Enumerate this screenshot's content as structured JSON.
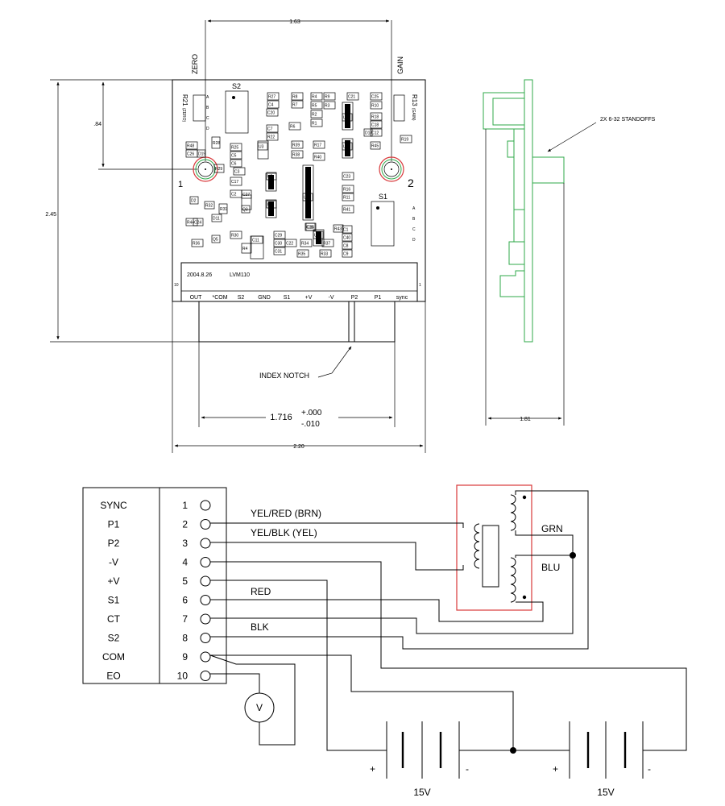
{
  "colors": {
    "outline": "#000000",
    "side_view": "#2fa84a",
    "coil_box": "#d8383a",
    "background": "#ffffff"
  },
  "top": {
    "dim_top": "1.63",
    "dim_left_small": ".84",
    "dim_height": "2.45",
    "dim_bottom_total": "2.20",
    "dim_pin_span": "1.716",
    "tol_plus": "+.000",
    "tol_minus": "-.010",
    "zero_label": "ZERO",
    "gain_label": "GAIN",
    "r21_label": "R21",
    "r21_sub": "(ZERO)",
    "r13_label": "R13",
    "r13_sub": "(GAIN)",
    "s2_label": "S2",
    "s1_label": "S1",
    "mark_1": "1",
    "mark_2": "2",
    "abcd_left": [
      "A",
      "B",
      "C",
      "D"
    ],
    "abcd_right": [
      "A",
      "B",
      "C",
      "D"
    ],
    "date_code": "2004.8.26",
    "model": "LVM110",
    "edge_left": "10",
    "edge_right": "1",
    "pins": [
      "OUT",
      "*COM",
      "S2",
      "GND",
      "S1",
      "+V",
      "-V",
      "P2",
      "P1",
      "sync"
    ],
    "index_notch": "INDEX NOTCH",
    "components": [
      "R48",
      "C26",
      "D19",
      "R28",
      "R25",
      "C5",
      "C6",
      "C3",
      "R29",
      "C2",
      "C17",
      "C27",
      "D2",
      "R32",
      "D11",
      "R31",
      "R44",
      "C24",
      "R36",
      "Q5",
      "R30",
      "Q3",
      "C11",
      "R4",
      "U5",
      "U4",
      "C29",
      "C30",
      "C31",
      "C22",
      "R35",
      "C15",
      "R33",
      "U7",
      "C40",
      "R43",
      "C1",
      "C8",
      "C9",
      "R27",
      "C4",
      "R7",
      "R8",
      "R4",
      "R5",
      "R2",
      "R1",
      "C7",
      "R6",
      "U1",
      "C21",
      "C25",
      "R9",
      "R3",
      "R10",
      "U2",
      "R18",
      "C18",
      "C12",
      "D17",
      "R45",
      "R19",
      "U3",
      "C20",
      "R22",
      "R39",
      "R17",
      "R38",
      "R40",
      "U6",
      "C23",
      "R34",
      "C16",
      "R37",
      "R41",
      "R16",
      "R11"
    ],
    "standoffs": "2X 6-32 STANDOFFS",
    "side_width": "1.81"
  },
  "wiring": {
    "terminals": [
      {
        "label": "SYNC",
        "num": "1"
      },
      {
        "label": "P1",
        "num": "2"
      },
      {
        "label": "P2",
        "num": "3"
      },
      {
        "label": "-V",
        "num": "4"
      },
      {
        "label": "+V",
        "num": "5"
      },
      {
        "label": "S1",
        "num": "6"
      },
      {
        "label": "CT",
        "num": "7"
      },
      {
        "label": "S2",
        "num": "8"
      },
      {
        "label": "COM",
        "num": "9"
      },
      {
        "label": "EO",
        "num": "10"
      }
    ],
    "wire_yel_red": "YEL/RED (BRN)",
    "wire_yel_blk": "YEL/BLK (YEL)",
    "wire_red": "RED",
    "wire_blk": "BLK",
    "coil_grn": "GRN",
    "coil_blu": "BLU",
    "voltmeter": "V",
    "battery_1": {
      "label": "15V",
      "plus": "+",
      "minus": "-"
    },
    "battery_2": {
      "label": "15V",
      "plus": "+",
      "minus": "-"
    }
  }
}
